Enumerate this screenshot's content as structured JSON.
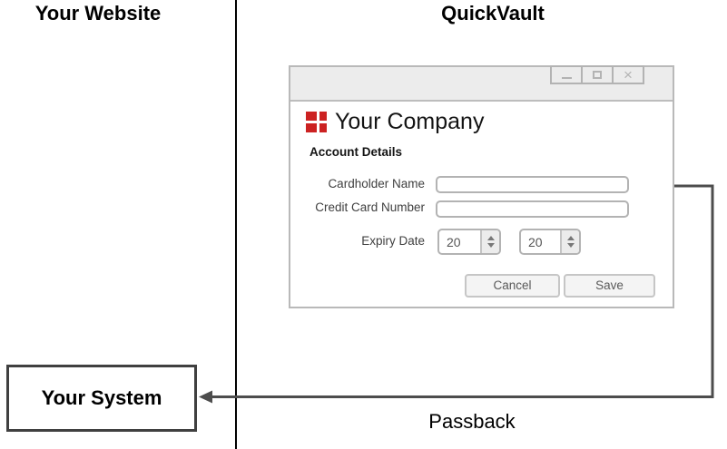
{
  "lanes": {
    "left_title": "Your Website",
    "right_title": "QuickVault",
    "divider_color": "#000000"
  },
  "window": {
    "titlebar": {
      "minimize_icon": "minimize",
      "maximize_icon": "maximize",
      "close_icon": "×"
    },
    "brand": {
      "name": "Your Company",
      "logo_color": "#cc2222"
    },
    "section_title": "Account Details",
    "fields": [
      {
        "label": "Cardholder Name",
        "type": "text",
        "value": ""
      },
      {
        "label": "Credit Card Number",
        "type": "text",
        "value": ""
      },
      {
        "label": "Expiry Date",
        "type": "spinner-pair",
        "values": [
          "20",
          "20"
        ]
      }
    ],
    "buttons": {
      "cancel": "Cancel",
      "save": "Save"
    }
  },
  "passback": {
    "label": "Passback",
    "arrow_color": "#4d4d4d"
  },
  "system_box": {
    "label": "Your System"
  }
}
